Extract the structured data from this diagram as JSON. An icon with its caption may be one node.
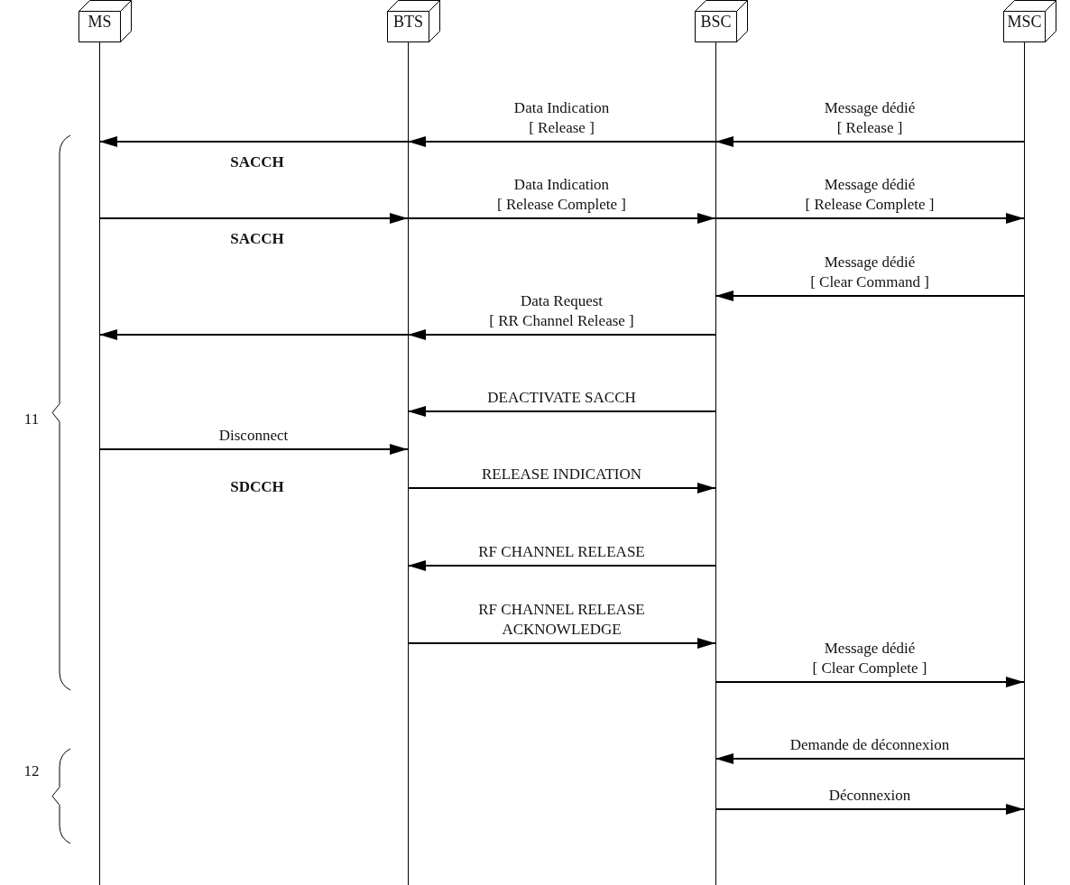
{
  "diagram": {
    "nodes": [
      {
        "text": [
          "MS"
        ]
      },
      {
        "text": [
          "BTS"
        ]
      },
      {
        "text": [
          "BSC"
        ]
      },
      {
        "text": [
          "MSC"
        ]
      }
    ],
    "edges": [
      {
        "from": 3,
        "to": 2,
        "arrow": "to",
        "label": "Message dédié [ Release ]"
      },
      {
        "from": 2,
        "to": 1,
        "arrow": "to",
        "label": "Data Indication [ Release ]"
      },
      {
        "from": 1,
        "to": 0,
        "arrow": "to"
      },
      {
        "from": 0,
        "to": 1,
        "arrow": "to"
      },
      {
        "from": 1,
        "to": 2,
        "arrow": "to",
        "label": "Data Indication [ Release Complete ]"
      },
      {
        "from": 2,
        "to": 3,
        "arrow": "to",
        "label": "Message dédié [ Release Complete ]"
      },
      {
        "from": 3,
        "to": 2,
        "arrow": "to",
        "label": "Message dédié [ Clear Command ]"
      },
      {
        "from": 2,
        "to": 1,
        "arrow": "to",
        "label": "Data Request [ RR Channel Release ]"
      },
      {
        "from": 1,
        "to": 0,
        "arrow": "to"
      },
      {
        "from": 2,
        "to": 1,
        "arrow": "to",
        "label": "DEACTIVATE SACCH"
      },
      {
        "from": 0,
        "to": 1,
        "arrow": "to",
        "label": "Disconnect"
      },
      {
        "from": 1,
        "to": 2,
        "arrow": "to",
        "label": "RELEASE INDICATION"
      },
      {
        "from": 2,
        "to": 1,
        "arrow": "to",
        "label": "RF CHANNEL RELEASE"
      },
      {
        "from": 1,
        "to": 2,
        "arrow": "to",
        "label": "RF CHANNEL RELEASE ACKNOWLEDGE"
      },
      {
        "from": 2,
        "to": 3,
        "arrow": "to",
        "label": "Message dédié [ Clear Complete ]"
      },
      {
        "from": 3,
        "to": 2,
        "arrow": "to",
        "label": "Demande de déconnexion"
      },
      {
        "from": 2,
        "to": 3,
        "arrow": "to",
        "label": "Déconnexion"
      }
    ],
    "labels": [
      "SACCH",
      "SACCH",
      "11",
      "SDCCH",
      "12"
    ]
  }
}
